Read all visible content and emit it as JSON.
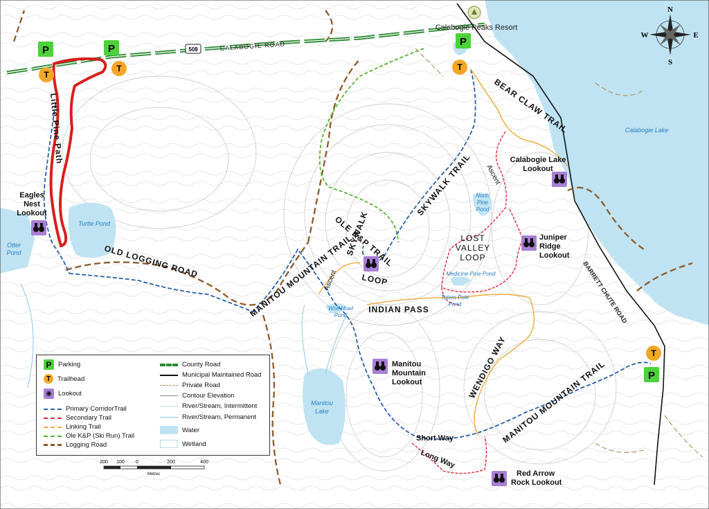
{
  "resort": "Calabogie Peaks Resort",
  "lake_name": "Calabogie Lake",
  "road_calabogie": "CALABOGIE ROAD",
  "road_number": "508",
  "road_barrett": "BARRETT CHUTE ROAD",
  "compass": {
    "n": "N",
    "s": "S",
    "e": "E",
    "w": "W"
  },
  "icons": {
    "parking": "P",
    "trailhead": "T",
    "lookout": "binoculars-icon"
  },
  "trails": {
    "little_pine": "Little Pine Path",
    "old_logging": "OLD LOGGING ROAD",
    "manitou_mtn": "MANITOU MOUNTAIN TRAIL",
    "manitou_mtn_east": "MANITOU MOUNTAIN TRAIL",
    "ole": "OLE K&P TRAIL",
    "skywalk_trail": "SKYWALK TRAIL",
    "skywalk": "SKYWALK",
    "loop": "LOOP",
    "bear_claw": "BEAR CLAW TRAIL",
    "lost_valley_1": "LOST",
    "lost_valley_2": "VALLEY",
    "lost_valley_3": "LOOP",
    "indian_pass": "INDIAN PASS",
    "wendigo": "WENDIGO WAY",
    "short_way": "Short Way",
    "long_way": "Long Way",
    "ascent_1": "Ascent",
    "ascent_2": "Ascent"
  },
  "lookouts": {
    "eagles_1": "Eagles",
    "eagles_2": "Nest",
    "eagles_3": "Lookout",
    "calabogie_1": "Calabogie Lake",
    "calabogie_2": "Lookout",
    "juniper_1": "Juniper",
    "juniper_2": "Ridge",
    "juniper_3": "Lookout",
    "manitou_1": "Manitou",
    "manitou_2": "Mountain",
    "manitou_3": "Lookout",
    "red_arrow_1": "Red Arrow",
    "red_arrow_2": "Rock Lookout"
  },
  "water": {
    "turtle": "Turtle Pond",
    "otter_1": "Otter",
    "otter_2": "Pond",
    "north_pine_1": "North",
    "north_pine_2": "Pine",
    "north_pine_3": "Pond",
    "medicine_pine": "Medicine Pine Pond",
    "totem_1": "Totem Pole",
    "totem_2": "Pond",
    "wolf_1": "Wolf Howl",
    "wolf_2": "Pond",
    "manitou_1": "Manitou",
    "manitou_2": "Lake"
  },
  "legend": {
    "parking": "Parking",
    "trailhead": "Trailhead",
    "lookout": "Lookout",
    "primary": "Primary CorridorTrail",
    "secondary": "Secondary Trail",
    "linking": "Linking Trail",
    "ole": "Ole K&P (Ski Run) Trail",
    "logging": "Logging Road",
    "county": "County Road",
    "municipal": "Municipal Maintained Road",
    "private": "Private Road",
    "contour": "Contour Elevation",
    "river_int": "River/Stream, Intermittent",
    "river_perm": "River/Stream, Permanent",
    "water": "Water",
    "wetland": "Wetland"
  },
  "scale": {
    "t1": "200",
    "t2": "100",
    "t3": "0",
    "t4": "200",
    "t5": "400",
    "unit": "Metres"
  },
  "colors": {
    "primary": "#2b5fa8",
    "secondary": "#e0283a",
    "linking": "#f0a93a",
    "ole": "#5bb031",
    "logging": "#8a5a2b",
    "county": "#2f8a34",
    "water": "#bfe3f2",
    "highlight": "#d81e1e",
    "parking": "#4cd13a",
    "trailhead": "#f4a62a",
    "lookout": "#a87fd6"
  }
}
